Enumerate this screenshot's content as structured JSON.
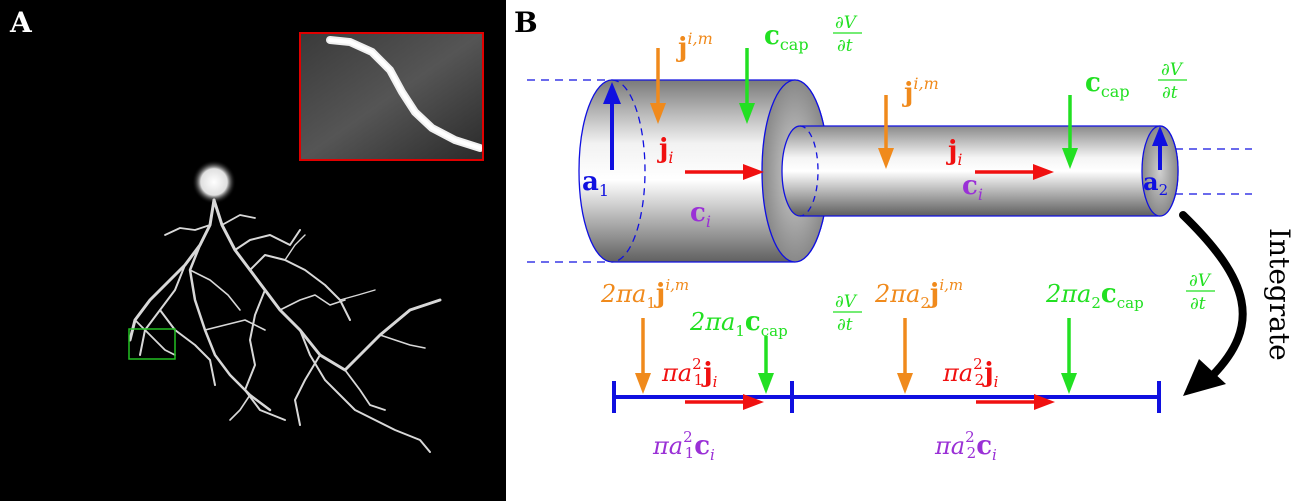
{
  "panel_a": {
    "label": "A",
    "colors": {
      "background": "#000000",
      "inset_box": "#e00000",
      "roi_box": "#22c022"
    }
  },
  "panel_b": {
    "label": "B",
    "integrate_label": "Integrate",
    "colors": {
      "orange": "#f08a1c",
      "green": "#22e022",
      "red": "#f01010",
      "blue": "#1010e0",
      "purple": "#9a30d6",
      "black": "#000000"
    },
    "labels": {
      "j_im_1": "j",
      "j_im_1_sup": "i,m",
      "ccap_1": "c",
      "ccap_1_sub": "cap",
      "dvdt_num": "∂V",
      "dvdt_den": "∂t",
      "a1": "a",
      "a1_sub": "1",
      "ji_1": "j",
      "ji_1_sub": "i",
      "ci_1": "c",
      "ci_1_sub": "i",
      "j_im_2": "j",
      "j_im_2_sup": "i,m",
      "ccap_2": "c",
      "ccap_2_sub": "cap",
      "ji_2": "j",
      "ji_2_sub": "i",
      "ci_2": "c",
      "ci_2_sub": "i",
      "a2": "a",
      "a2_sub": "2",
      "bottom_orange_1": "2πa",
      "bottom_orange_1_sub": "1",
      "bottom_orange_1_j": "j",
      "bottom_orange_1_sup": "i,m",
      "bottom_green_1": "2πa",
      "bottom_green_1_sub": "1",
      "bottom_green_1_c": "c",
      "bottom_green_1_cap": "cap",
      "bottom_orange_2": "2πa",
      "bottom_orange_2_sub": "2",
      "bottom_orange_2_j": "j",
      "bottom_orange_2_sup": "i,m",
      "bottom_green_2": "2πa",
      "bottom_green_2_sub": "2",
      "bottom_green_2_c": "c",
      "bottom_green_2_cap": "cap",
      "bottom_red_1": "πa",
      "bottom_red_1_sub": "1",
      "bottom_red_1_sup": "2",
      "bottom_red_1_j": "j",
      "bottom_red_1_jsub": "i",
      "bottom_red_2": "πa",
      "bottom_red_2_sub": "2",
      "bottom_red_2_sup": "2",
      "bottom_red_2_j": "j",
      "bottom_red_2_jsub": "i",
      "bottom_purple_1": "πa",
      "bottom_purple_1_sub": "1",
      "bottom_purple_1_sup": "2",
      "bottom_purple_1_c": "c",
      "bottom_purple_1_csub": "i",
      "bottom_purple_2": "πa",
      "bottom_purple_2_sub": "2",
      "bottom_purple_2_sup": "2",
      "bottom_purple_2_c": "c",
      "bottom_purple_2_csub": "i"
    }
  }
}
